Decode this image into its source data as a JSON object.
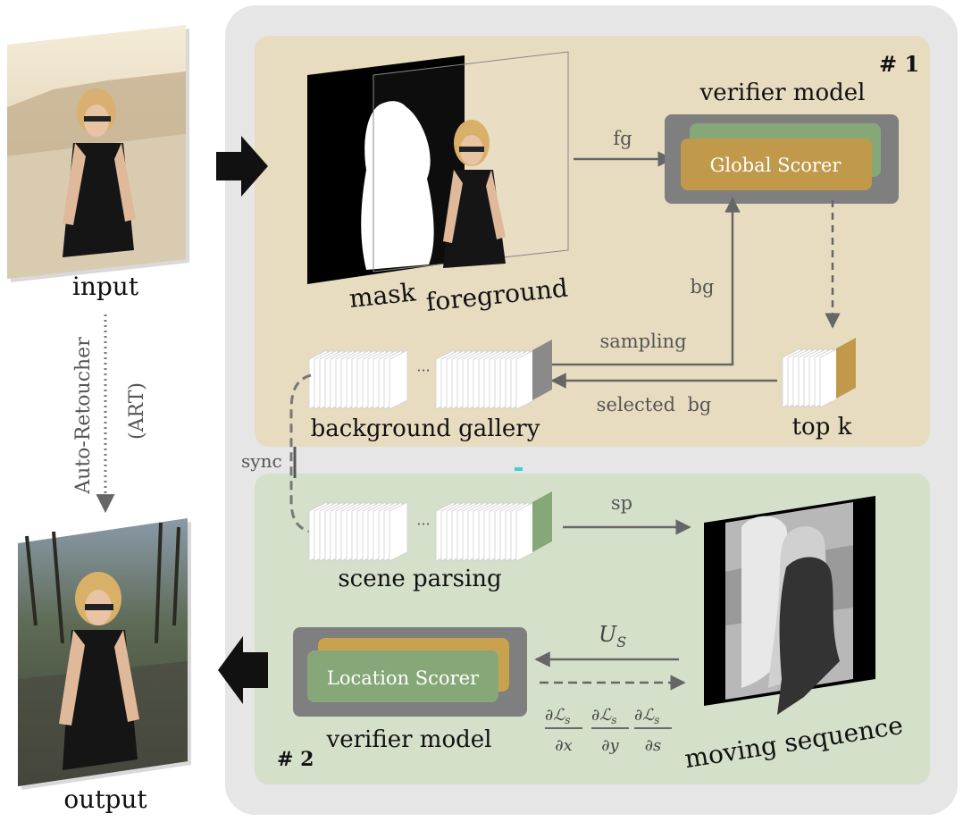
{
  "labels": {
    "input": "input",
    "output": "output",
    "art_line1": "Auto-Retoucher",
    "art_line2": "(ART)",
    "stage1": "# 1",
    "stage2": "# 2",
    "mask": "mask",
    "foreground": "foreground",
    "verifier_model_top": "verifier model",
    "global_scorer": "Global Scorer",
    "fg": "fg",
    "bg": "bg",
    "sampling": "sampling",
    "selected_bg": "selected  bg",
    "background_gallery": "background gallery",
    "top_k": "top k",
    "sync": "sync",
    "ellipsis": "···",
    "sp": "sp",
    "scene_parsing": "scene parsing",
    "location_scorer": "Location Scorer",
    "verifier_model_bottom": "verifier model",
    "us_base": "U",
    "us_sub": "S",
    "moving_sequence": "moving sequence",
    "grad_num": "∂ℒ",
    "grad_num_sub": "s",
    "grad_x": "∂x",
    "grad_y": "∂y",
    "grad_s": "∂s"
  },
  "colors": {
    "outer_panel": "#e6e6e6",
    "stage1_bg": "#e8dcc0",
    "stage2_bg": "#d5e0cb",
    "global_scorer": "#c09a4a",
    "global_scorer_back": "#86a878",
    "location_scorer": "#86a878",
    "location_scorer_back": "#c9a24f",
    "scorer_frame": "#7f7f7f",
    "arrow": "#666666"
  },
  "icons": {
    "input_photo": "woman-photo-desert",
    "output_photo": "woman-photo-forest",
    "mask_image": "silhouette-mask",
    "foreground_image": "cutout-woman",
    "gallery_stack": "image-stack",
    "moving_sequence_image": "segmentation-map"
  }
}
